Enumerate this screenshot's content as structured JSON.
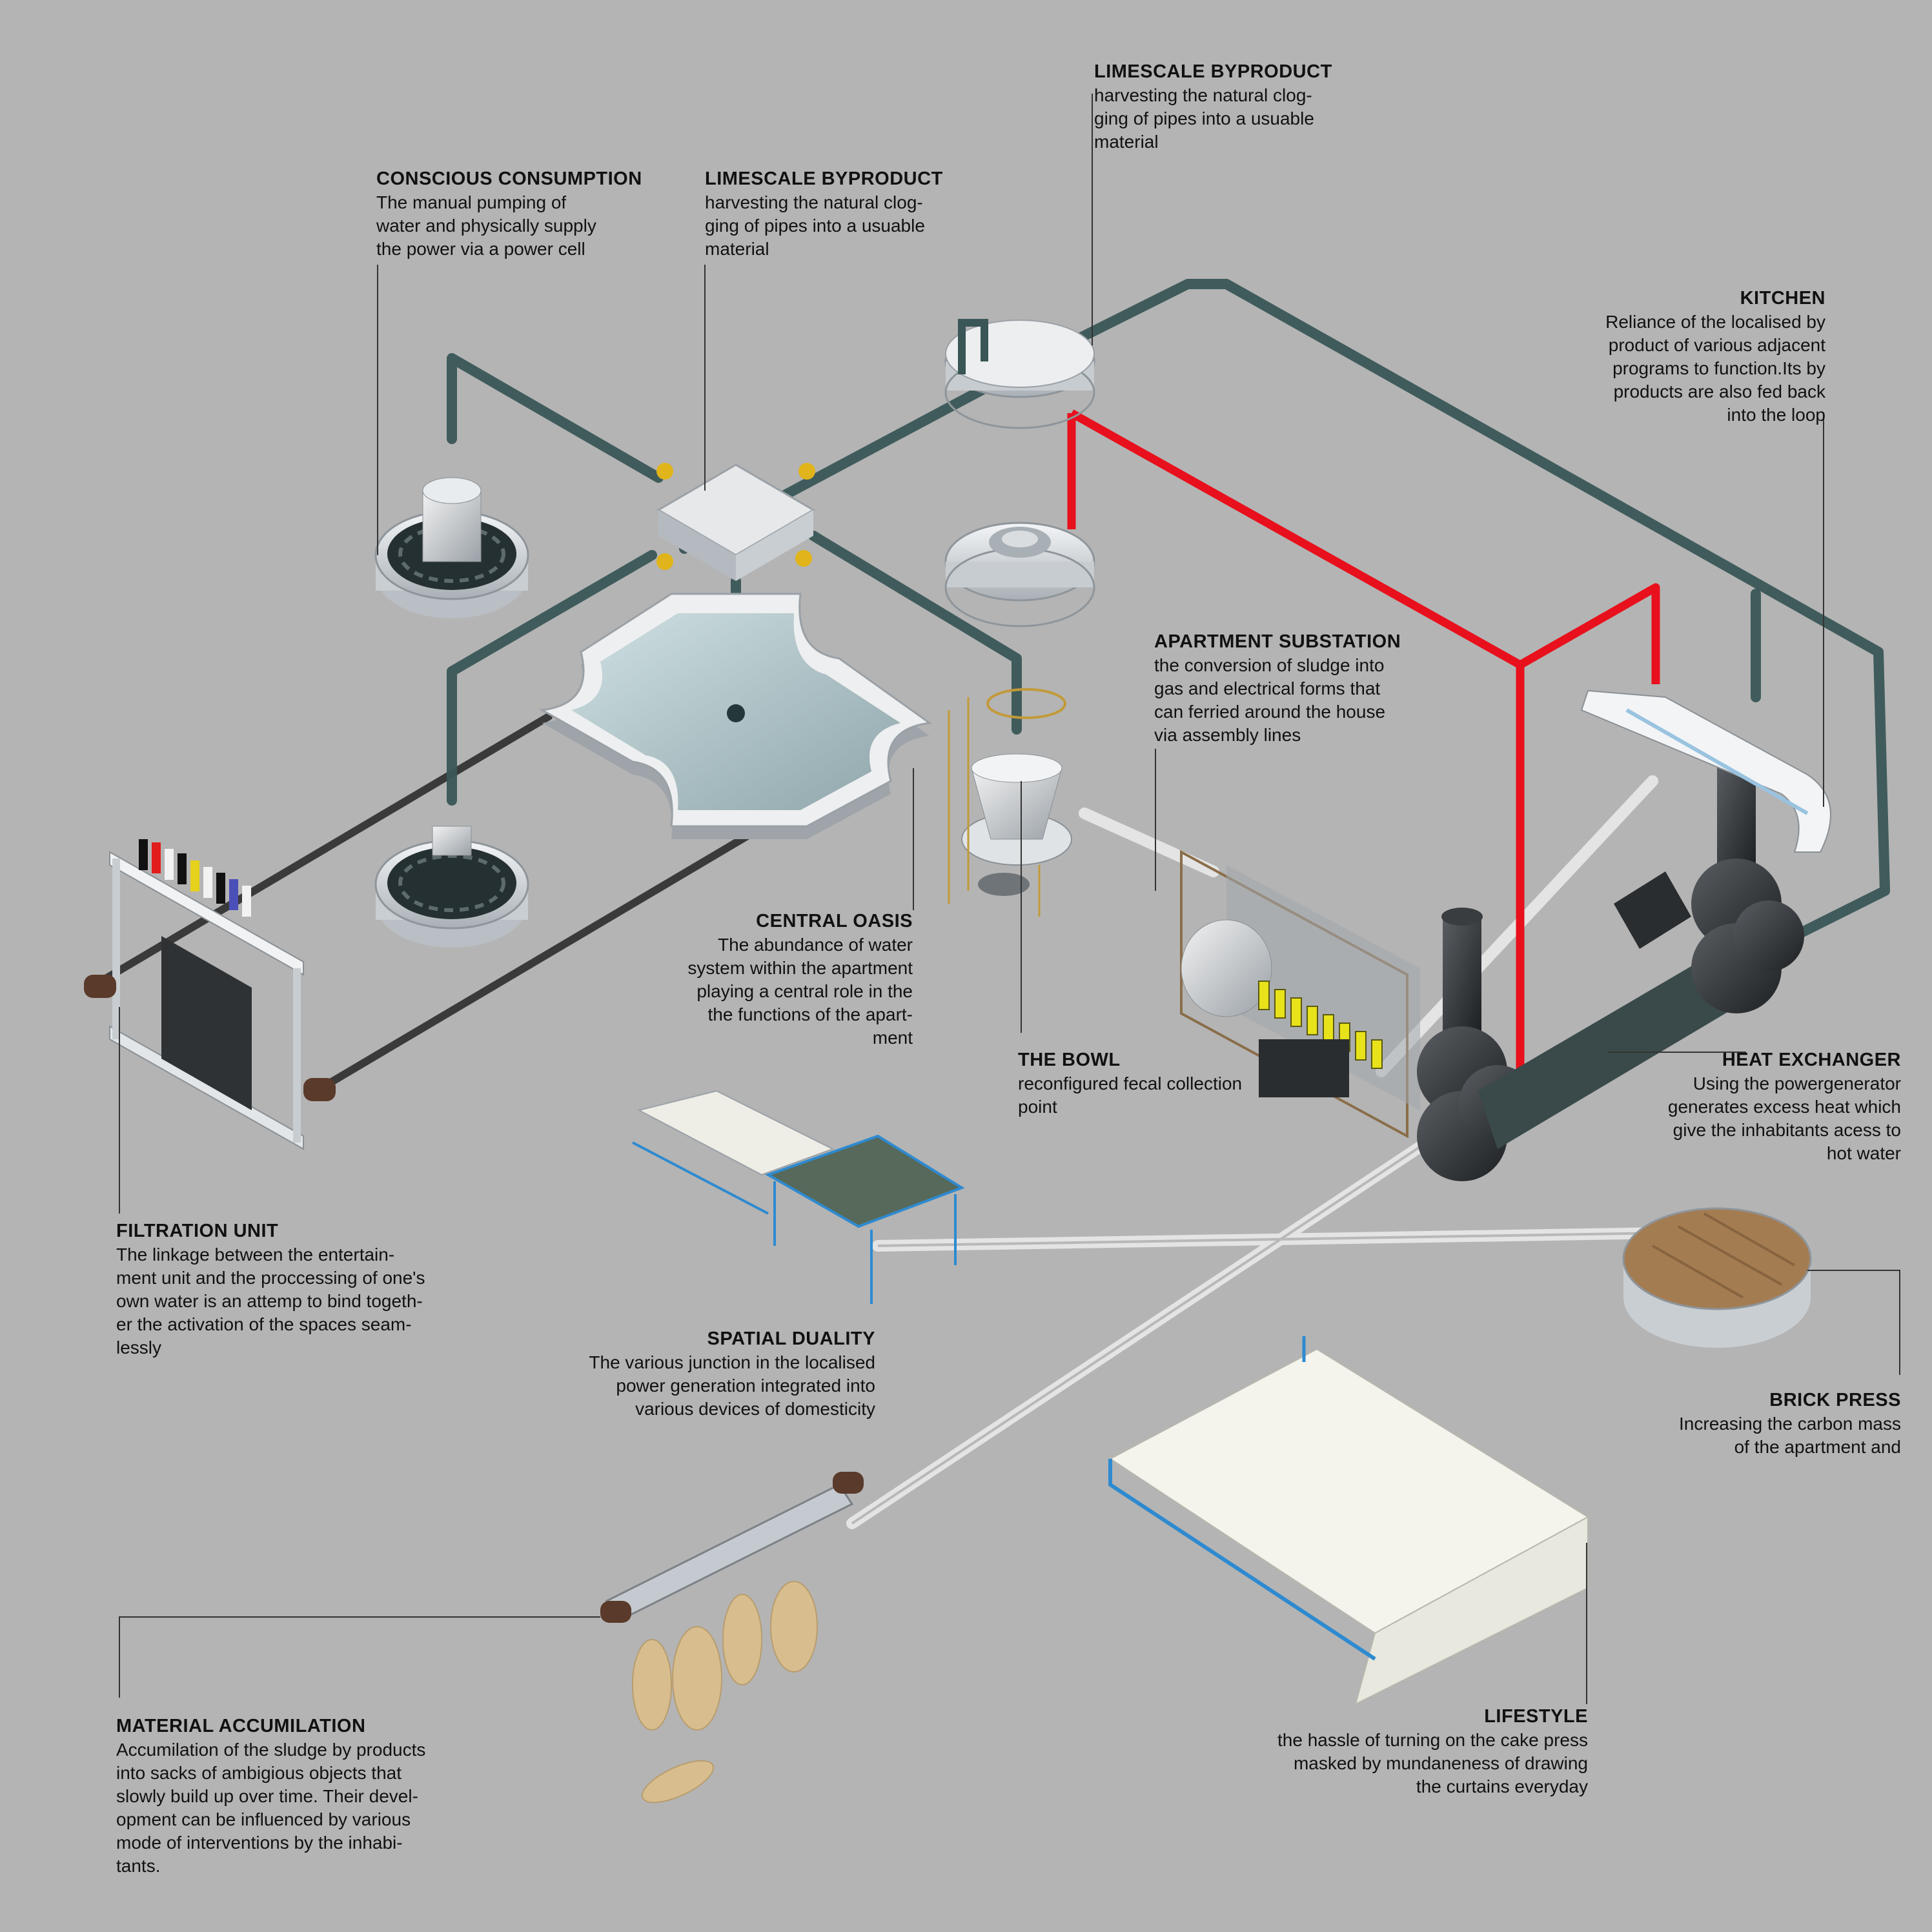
{
  "annotations": {
    "limescale_top": {
      "title": "LIMESCALE BYPRODUCT",
      "body": "harvesting the natural clog-\nging of pipes into a usuable\nmaterial"
    },
    "conscious": {
      "title": "CONSCIOUS CONSUMPTION",
      "body": "The manual pumping of\nwater and physically supply\nthe power via a power cell"
    },
    "limescale_mid": {
      "title": "LIMESCALE BYPRODUCT",
      "body": "harvesting the natural clog-\nging of pipes into a usuable\nmaterial"
    },
    "kitchen": {
      "title": "KITCHEN",
      "body": "Reliance of the localised by\nproduct of various adjacent\nprograms to function.Its by\nproducts are also fed back\ninto the loop"
    },
    "substation": {
      "title": "APARTMENT SUBSTATION",
      "body": "the conversion of sludge into\ngas and electrical forms that\ncan ferried around the house\nvia assembly lines"
    },
    "oasis": {
      "title": "CENTRAL OASIS",
      "body": "The abundance of water\nsystem within the apartment\nplaying a central role in the\nthe functions of the apart-\nment"
    },
    "bowl": {
      "title": "THE BOWL",
      "body": " reconfigured fecal collection\npoint"
    },
    "heat": {
      "title": "HEAT EXCHANGER",
      "body": "Using the powergenerator\ngenerates excess heat which\ngive the inhabitants acess to\nhot water"
    },
    "filtration": {
      "title": "FILTRATION UNIT",
      "body": "The linkage between the entertain-\nment unit and the proccessing of one's\nown water is an attemp to bind togeth-\ner the activation of the spaces seam-\nlessly"
    },
    "duality": {
      "title": "SPATIAL DUALITY",
      "body": "The various junction in the localised\npower generation integrated into\nvarious devices of domesticity"
    },
    "brick": {
      "title": "BRICK PRESS",
      "body": "Increasing the carbon mass\nof the apartment and"
    },
    "lifestyle": {
      "title": "LIFESTYLE",
      "body": "the hassle of turning on the cake press\nmasked by mundaneness of drawing\nthe curtains everyday"
    },
    "material": {
      "title": "MATERIAL ACCUMILATION",
      "body": "Accumilation of the sludge by products\ninto sacks of ambigious objects that\nslowly build up over time. Their devel-\nopment can be influenced by various\nmode of interventions by the inhabi-\ntants."
    }
  },
  "colors": {
    "background": "#b4b4b4",
    "water_pipe": "#3a5656",
    "gas_pipe": "#e8101c",
    "service_pipe": "#e4e4e4",
    "drive_shaft": "#3a3a3a",
    "leader_line": "#333333",
    "frame_blue": "#2e8ad0",
    "sack": "#d8bd8e"
  }
}
